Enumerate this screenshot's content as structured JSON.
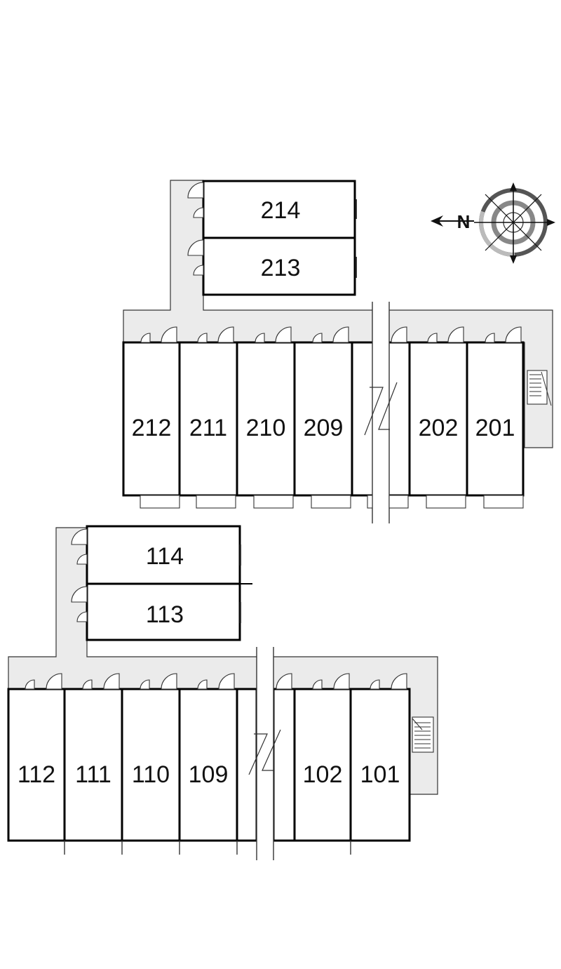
{
  "floor2": {
    "annex_units": [
      {
        "id": "u214",
        "label": "214"
      },
      {
        "id": "u213",
        "label": "213"
      }
    ],
    "main_units": [
      {
        "id": "u212",
        "label": "212"
      },
      {
        "id": "u211",
        "label": "211"
      },
      {
        "id": "u210",
        "label": "210"
      },
      {
        "id": "u209",
        "label": "209"
      },
      {
        "id": "u202",
        "label": "202"
      },
      {
        "id": "u201",
        "label": "201"
      }
    ]
  },
  "floor1": {
    "annex_units": [
      {
        "id": "u114",
        "label": "114"
      },
      {
        "id": "u113",
        "label": "113"
      }
    ],
    "main_units": [
      {
        "id": "u112",
        "label": "112"
      },
      {
        "id": "u111",
        "label": "111"
      },
      {
        "id": "u110",
        "label": "110"
      },
      {
        "id": "u109",
        "label": "109"
      },
      {
        "id": "u102",
        "label": "102"
      },
      {
        "id": "u101",
        "label": "101"
      }
    ]
  },
  "compass": {
    "north_label": "N",
    "icon": "compass-rose-icon"
  }
}
